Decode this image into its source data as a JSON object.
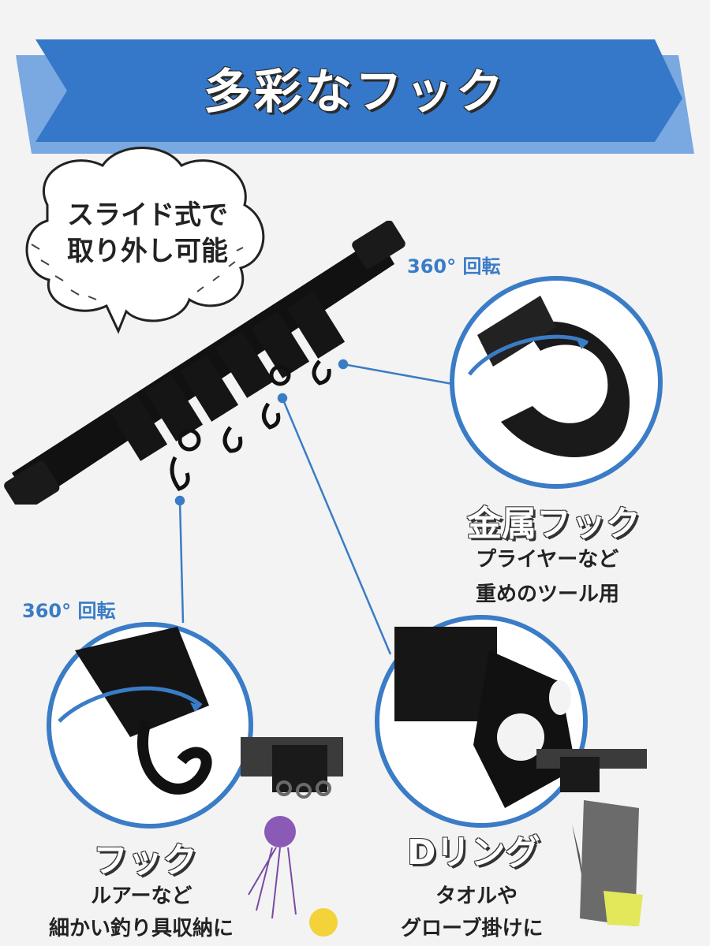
{
  "banner": {
    "title": "多彩なフック"
  },
  "bubble": {
    "line1": "スライド式で",
    "line2": "取り外し可能"
  },
  "rotation_labels": {
    "top_right": "360° 回転",
    "left": "360° 回転"
  },
  "features": {
    "metal_hook": {
      "title": "金属フック",
      "desc1": "プライヤーなど",
      "desc2": "重めのツール用"
    },
    "hook": {
      "title": "フック",
      "desc1": "ルアーなど",
      "desc2": "細かい釣り具収納に"
    },
    "d_ring": {
      "title": "Dリング",
      "desc1": "タオルや",
      "desc2": "グローブ掛けに"
    }
  },
  "colors": {
    "accent": "#3a7cc6",
    "banner_light": "#5a93d6",
    "banner_dark": "#2f6fbf",
    "background": "#f3f3f3"
  }
}
